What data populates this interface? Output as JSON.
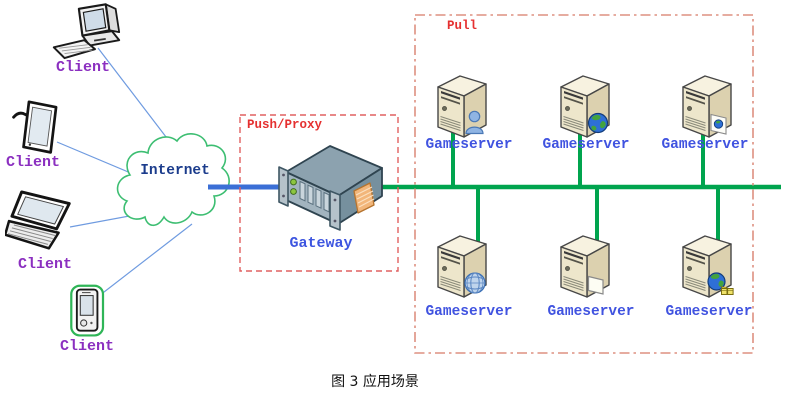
{
  "figure": {
    "caption": "图 3 应用场景"
  },
  "clients": [
    {
      "label": "Client",
      "device": "desktop-computer"
    },
    {
      "label": "Client",
      "device": "tablet"
    },
    {
      "label": "Client",
      "device": "laptop"
    },
    {
      "label": "Client",
      "device": "smartphone"
    }
  ],
  "internet": {
    "label": "Internet"
  },
  "push_zone": {
    "label": "Push/Proxy",
    "gateway": {
      "label": "Gateway",
      "icon": "rack-server"
    }
  },
  "pull_zone": {
    "label": "Pull",
    "servers": [
      {
        "label": "Gameserver",
        "badge": "user-icon"
      },
      {
        "label": "Gameserver",
        "badge": "globe-icon"
      },
      {
        "label": "Gameserver",
        "badge": "globe-card-icon"
      },
      {
        "label": "Gameserver",
        "badge": "wireframe-globe-icon"
      },
      {
        "label": "Gameserver",
        "badge": "card-icon"
      },
      {
        "label": "Gameserver",
        "badge": "globe-packages-icon"
      }
    ]
  },
  "colors": {
    "client_label": "#8B2FC0",
    "server_label": "#4053E0",
    "internet_label": "#1B3C8C",
    "zone_label": "#E53030",
    "push_box_border": "#E06060",
    "pull_box_border": "#DE9080",
    "client_link_line": "#6F9BE0",
    "internet_gateway_line": "#3B6FD6",
    "lan_line": "#00A44E",
    "cloud_outline": "#3DBE72",
    "tower_body": "#EDE6CB",
    "gateway_body": "#9FB2BC"
  }
}
